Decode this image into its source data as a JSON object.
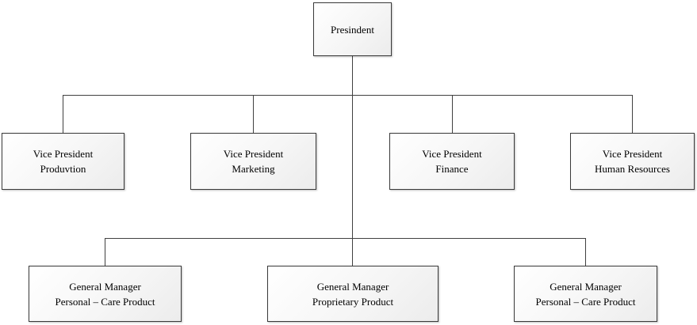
{
  "diagram_type": "organization-chart",
  "colors": {
    "background": "#ffffff",
    "border": "#3a3a3a",
    "connector": "#404040",
    "fill_top": "#ffffff",
    "fill_bottom": "#ececec",
    "text": "#000000"
  },
  "nodes": {
    "president": {
      "label": "Presindent"
    },
    "vice_presidents": [
      {
        "line1": "Vice President",
        "line2": "Produvtion"
      },
      {
        "line1": "Vice President",
        "line2": "Marketing"
      },
      {
        "line1": "Vice President",
        "line2": "Finance"
      },
      {
        "line1": "Vice President",
        "line2": "Human Resources"
      }
    ],
    "general_managers": [
      {
        "line1": "General Manager",
        "line2": "Personal – Care Product"
      },
      {
        "line1": "General Manager",
        "line2": "Proprietary Product"
      },
      {
        "line1": "General Manager",
        "line2": "Personal – Care Product"
      }
    ]
  }
}
